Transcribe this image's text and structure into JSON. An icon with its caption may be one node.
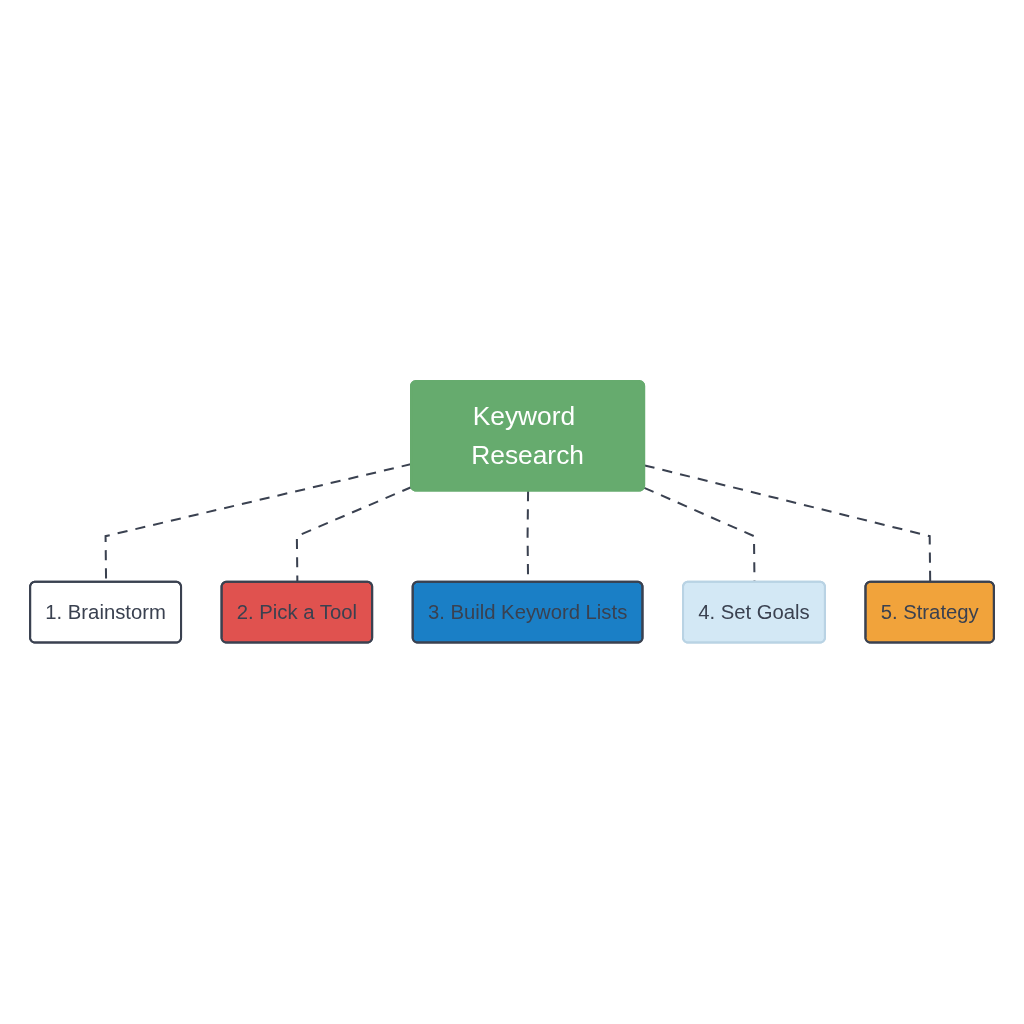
{
  "diagram": {
    "nodes": [
      {
        "text": [
          "Keyword Research"
        ]
      },
      {
        "text": [
          "1. Brainstorm"
        ]
      },
      {
        "text": [
          "2. Pick a Tool"
        ]
      },
      {
        "text": [
          "3. Build Keyword Lists"
        ]
      },
      {
        "text": [
          "4. Set Goals"
        ]
      },
      {
        "text": [
          "5. Strategy"
        ]
      }
    ],
    "edges": [
      {
        "from": 0,
        "to": 1,
        "arrow": "none",
        "style": "dashed"
      },
      {
        "from": 0,
        "to": 2,
        "arrow": "none",
        "style": "dashed"
      },
      {
        "from": 0,
        "to": 3,
        "arrow": "none",
        "style": "dashed"
      },
      {
        "from": 0,
        "to": 4,
        "arrow": "none",
        "style": "dashed"
      },
      {
        "from": 0,
        "to": 5,
        "arrow": "none",
        "style": "dashed"
      }
    ]
  }
}
